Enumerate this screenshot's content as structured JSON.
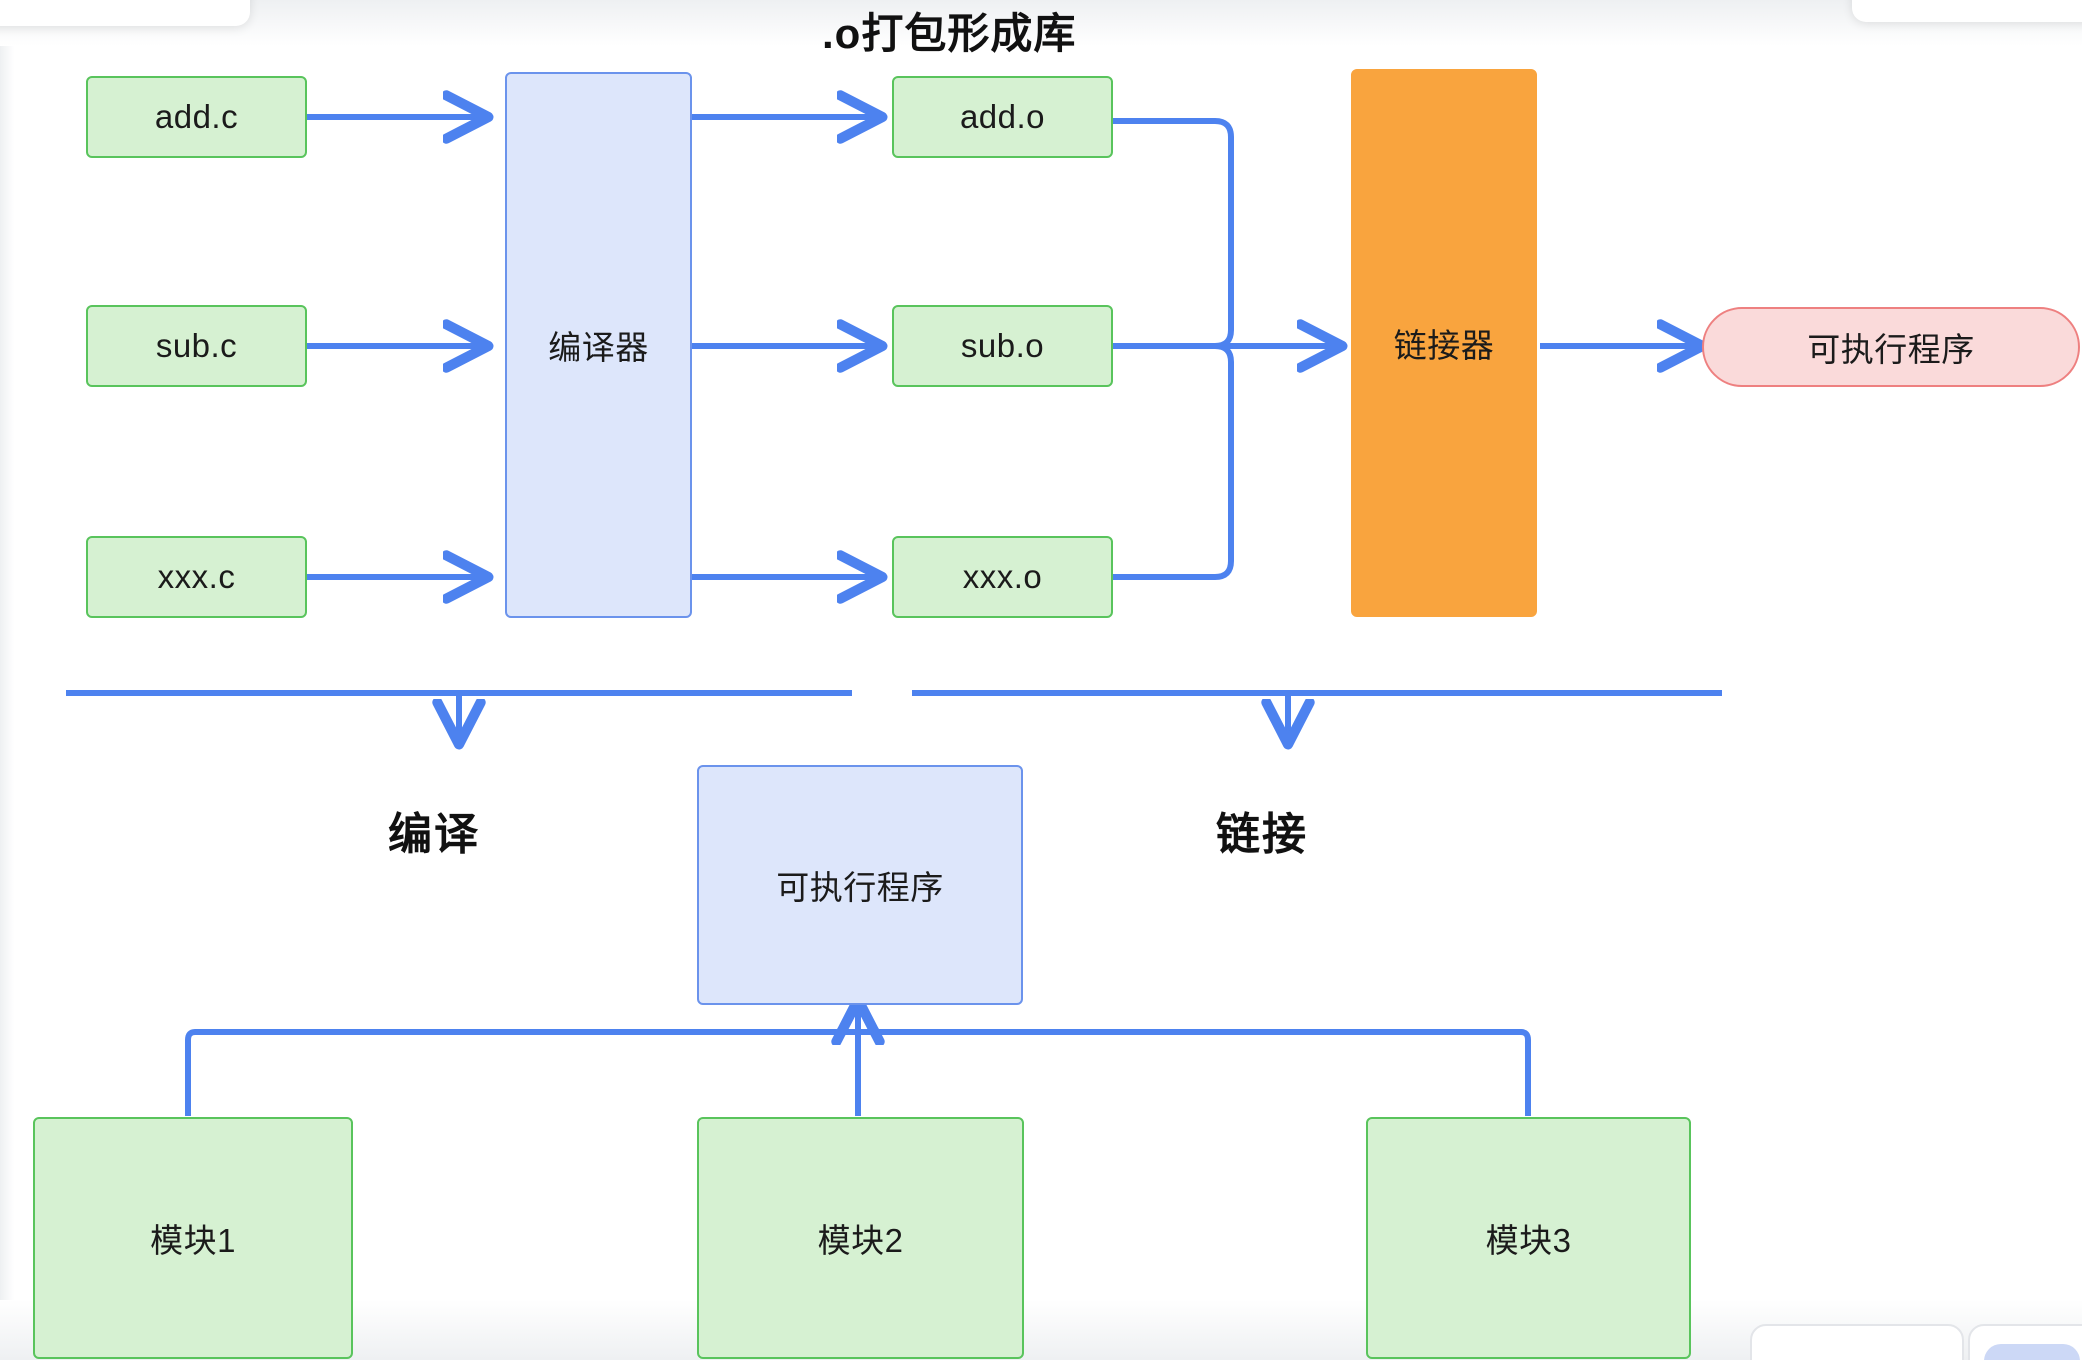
{
  "diagram": {
    "title": ".o打包形成库",
    "accent_line_color": "#4d82ef",
    "colors": {
      "source_box_fill": "#d6f1d2",
      "source_box_border": "#59c45c",
      "process_box_fill": "#dde6fb",
      "process_box_border": "#6b93ec",
      "linker_box_fill": "#f9a43e",
      "output_pill_fill": "#fadada",
      "output_pill_border": "#ee8080",
      "arrow": "#4d82ef"
    },
    "sources": [
      {
        "label": "add.c"
      },
      {
        "label": "sub.c"
      },
      {
        "label": "xxx.c"
      }
    ],
    "compiler": {
      "label": "编译器"
    },
    "objects": [
      {
        "label": "add.o"
      },
      {
        "label": "sub.o"
      },
      {
        "label": "xxx.o"
      }
    ],
    "linker": {
      "label": "链接器"
    },
    "output": {
      "label": "可执行程序"
    },
    "phases": [
      {
        "label": "编译"
      },
      {
        "label": "链接"
      }
    ],
    "lower": {
      "executable": {
        "label": "可执行程序"
      },
      "modules": [
        {
          "label": "模块1"
        },
        {
          "label": "模块2"
        },
        {
          "label": "模块3"
        }
      ]
    }
  }
}
